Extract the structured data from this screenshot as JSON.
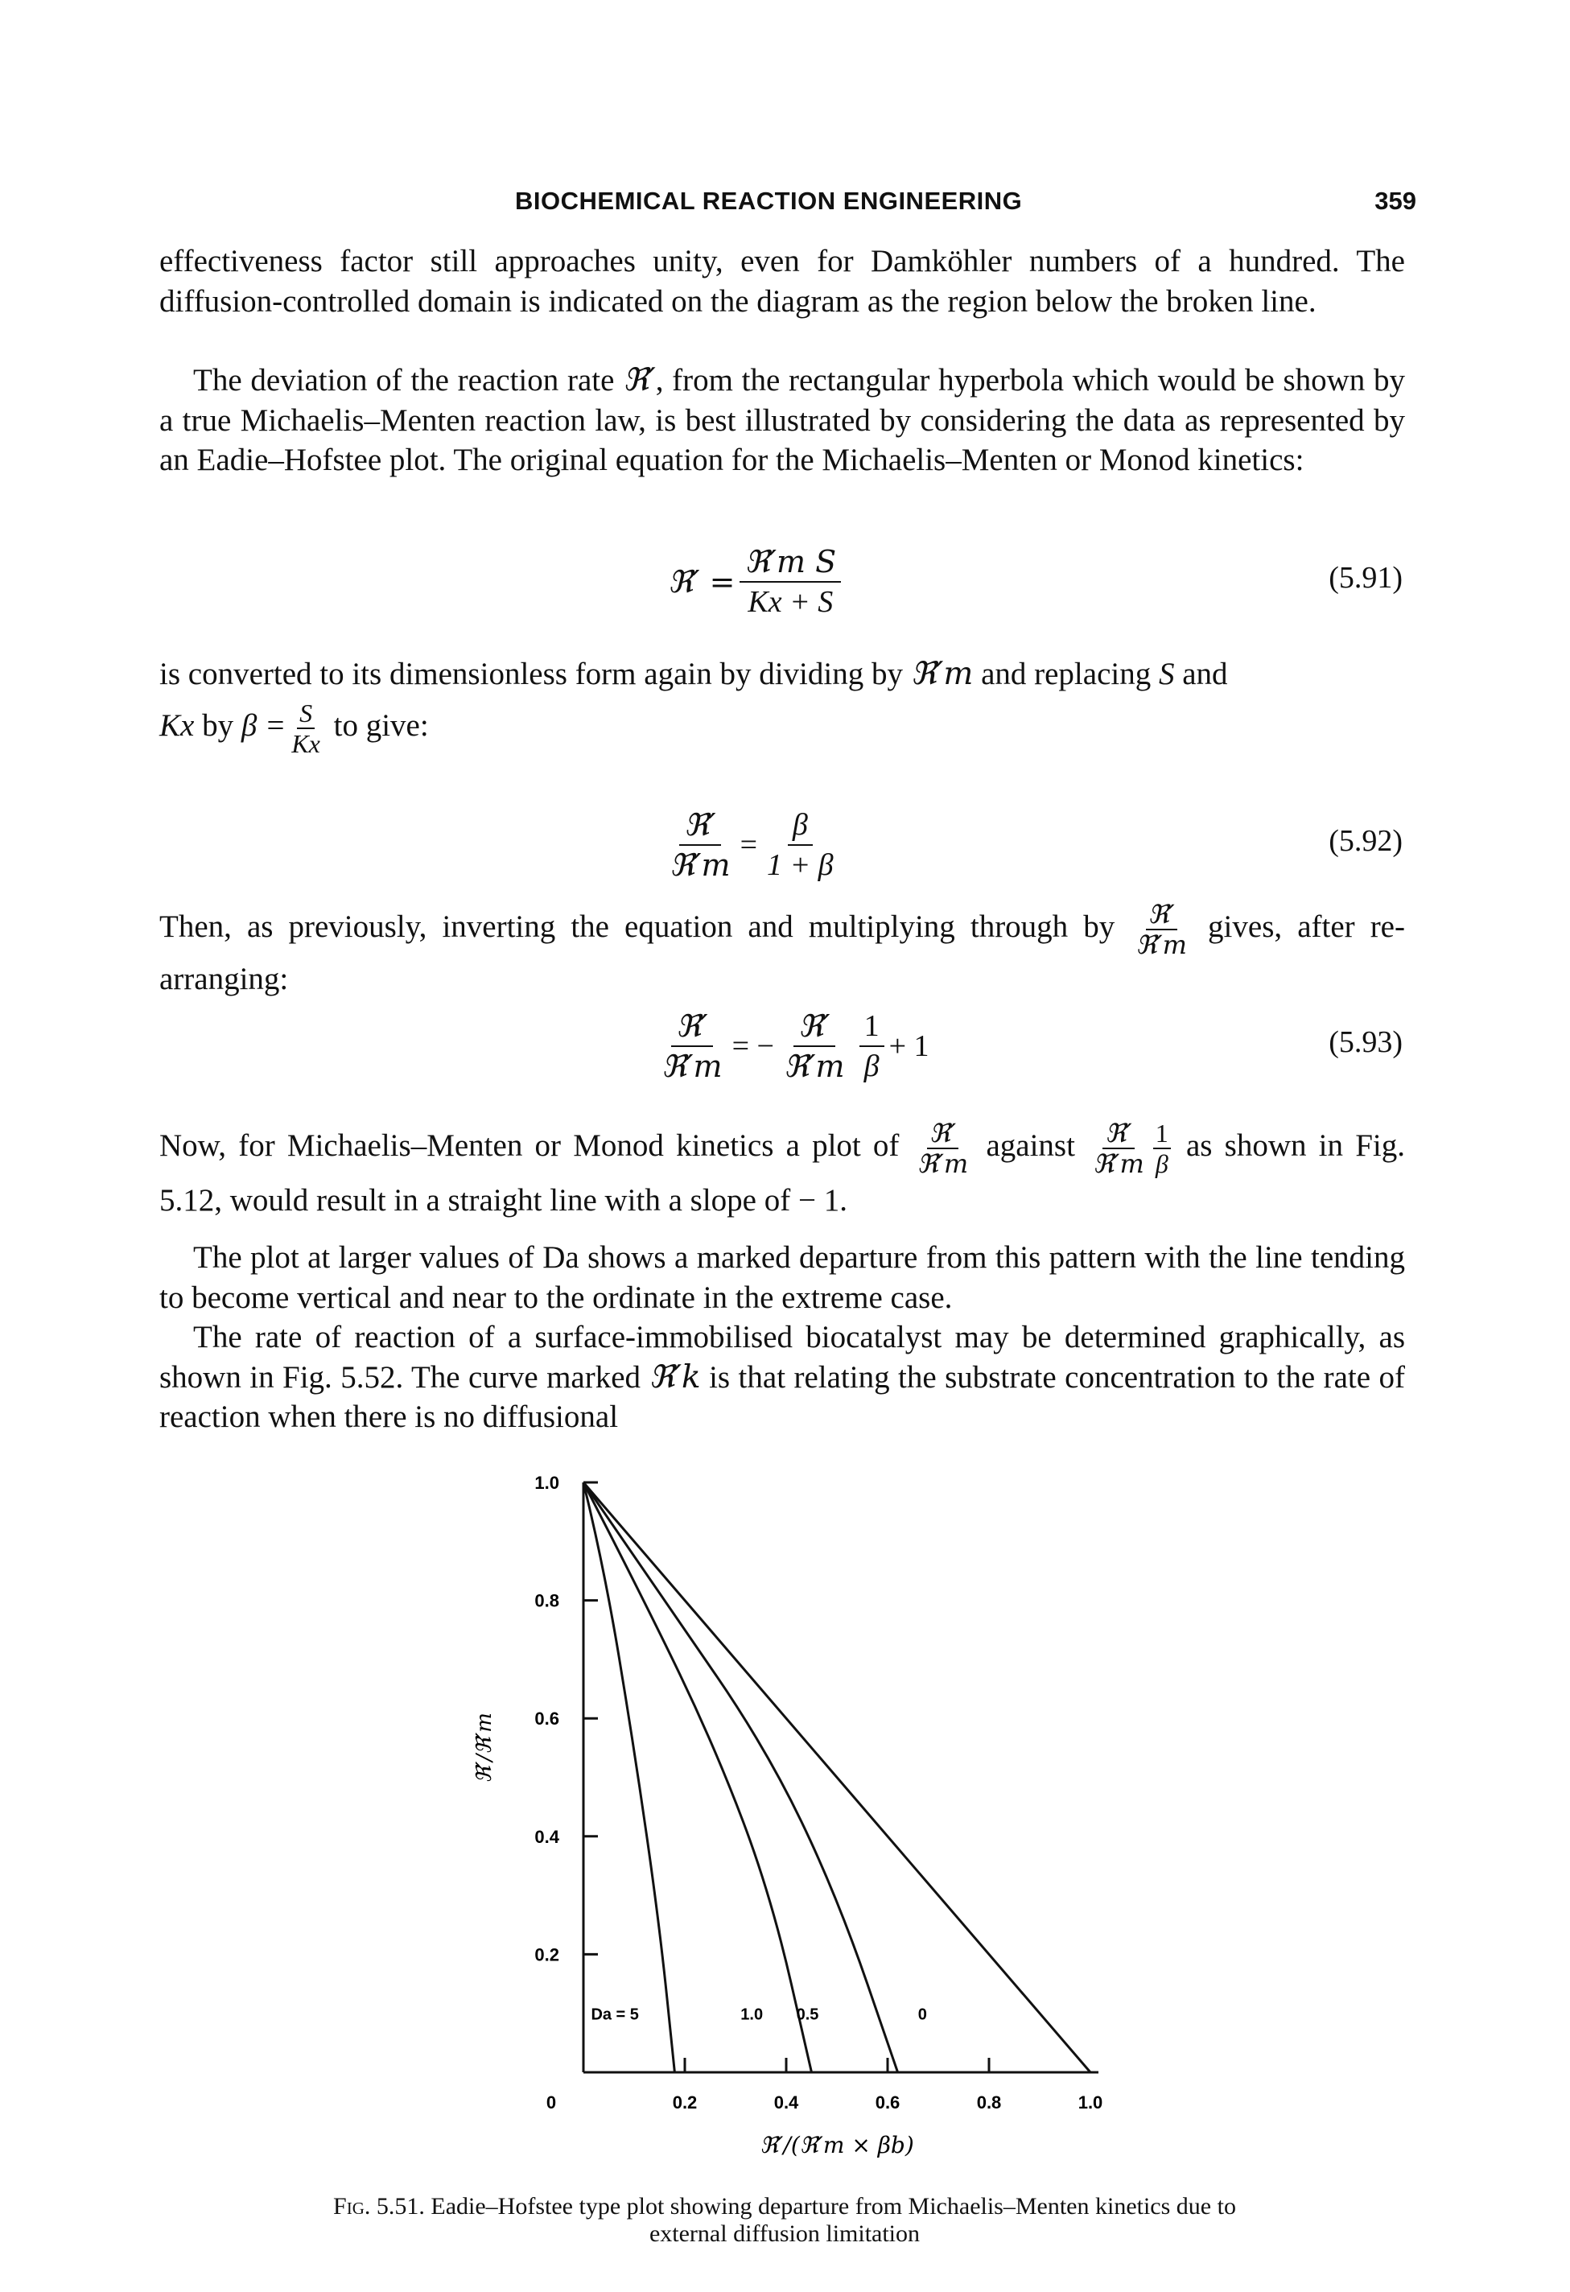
{
  "header": {
    "running_head": "BIOCHEMICAL REACTION ENGINEERING",
    "page_number": "359"
  },
  "paragraphs": {
    "p1": "effectiveness factor still approaches unity, even for Damköhler numbers of a hundred. The diffusion-controlled domain is indicated on the diagram as the region below the broken line.",
    "p2_a": "The deviation of the reaction rate ",
    "p2_sym": "ℜ′",
    "p2_b": ", from the rectangular hyperbola which would be shown by a true Michaelis–Menten reaction law, is best illustrated by considering the data as represented by an Eadie–Hofstee plot. The original equation for the Michaelis–Menten or Monod kinetics:",
    "p3_a": "is converted to its dimensionless form again by dividing by ",
    "p3_sym": "ℜ′m",
    "p3_b": " and replacing ",
    "p3_s": "S",
    "p3_c": " and",
    "p3_d": "Kx",
    "p3_e": " by ",
    "p3_beta": "β =",
    "p3_frac_num": "S",
    "p3_frac_den": "Kx",
    "p3_f": " to give:",
    "p4_a": "Then, as previously, inverting the equation and multiplying through by ",
    "p4_frac_num": "ℜ′",
    "p4_frac_den": "ℜ′m",
    "p4_b": " gives, after re-arranging:",
    "p5_a": "Now, for Michaelis–Menten or Monod kinetics a plot of ",
    "p5_f1_num": "ℜ′",
    "p5_f1_den": "ℜ′m",
    "p5_b": " against ",
    "p5_f2_num": "ℜ′",
    "p5_f2_den": "ℜ′m",
    "p5_f3_num": "1",
    "p5_f3_den": "β",
    "p5_c": " as shown in Fig. 5.12, would result in a straight line with a slope of − 1.",
    "p6": "The plot at larger values of Da shows a marked departure from this pattern with the line tending to become vertical and near to the ordinate in the extreme case.",
    "p7_a": "The rate of reaction of a surface-immobilised biocatalyst may be determined graphically, as shown in Fig. 5.52. The curve marked ",
    "p7_sym": "ℜ′k",
    "p7_b": " is that relating the substrate concentration to the rate of reaction when there is no diffusional"
  },
  "equations": {
    "eq591": {
      "lhs": "ℜ′ =",
      "num": "ℜ′m S",
      "den": "Kx + S",
      "number": "(5.91)"
    },
    "eq592": {
      "num_l": "ℜ′",
      "den_l": "ℜ′m",
      "eq": "=",
      "num_r": "β",
      "den_r": "1 + β",
      "number": "(5.92)"
    },
    "eq593": {
      "num_l": "ℜ′",
      "den_l": "ℜ′m",
      "eq": "= −",
      "num_r": "ℜ′",
      "den_r": "ℜ′m",
      "num_r2": "1",
      "den_r2": "β",
      "tail": "+ 1",
      "number": "(5.93)"
    }
  },
  "figure": {
    "caption_label": "Fig. 5.51.",
    "caption_text": "Eadie–Hofstee type plot showing departure from Michaelis–Menten kinetics due to external diffusion limitation"
  },
  "chart_data": {
    "type": "line",
    "xlabel": "ℜ′/(ℜ′m × βb)",
    "ylabel": "ℜ′/ℜ′m",
    "xlim": [
      0,
      1.0
    ],
    "ylim": [
      0,
      1.0
    ],
    "x_ticks": [
      "0",
      "0.2",
      "0.4",
      "0.6",
      "0.8",
      "1.0"
    ],
    "y_ticks": [
      "0.2",
      "0.4",
      "0.6",
      "0.8",
      "1.0"
    ],
    "grid": false,
    "series": [
      {
        "name": "Da = 5",
        "points": [
          [
            0,
            1.0
          ],
          [
            0.04,
            0.86
          ],
          [
            0.1,
            0.55
          ],
          [
            0.15,
            0.25
          ],
          [
            0.18,
            0.0
          ]
        ]
      },
      {
        "name": "1.0",
        "points": [
          [
            0,
            1.0
          ],
          [
            0.12,
            0.8
          ],
          [
            0.26,
            0.55
          ],
          [
            0.37,
            0.3
          ],
          [
            0.45,
            0.0
          ]
        ]
      },
      {
        "name": "0.5",
        "points": [
          [
            0,
            1.0
          ],
          [
            0.16,
            0.8
          ],
          [
            0.36,
            0.55
          ],
          [
            0.5,
            0.3
          ],
          [
            0.62,
            0.0
          ]
        ]
      },
      {
        "name": "0",
        "points": [
          [
            0,
            1.0
          ],
          [
            1.0,
            0.0
          ]
        ]
      }
    ],
    "curve_labels": [
      "Da = 5",
      "1.0",
      "0.5",
      "0"
    ]
  }
}
